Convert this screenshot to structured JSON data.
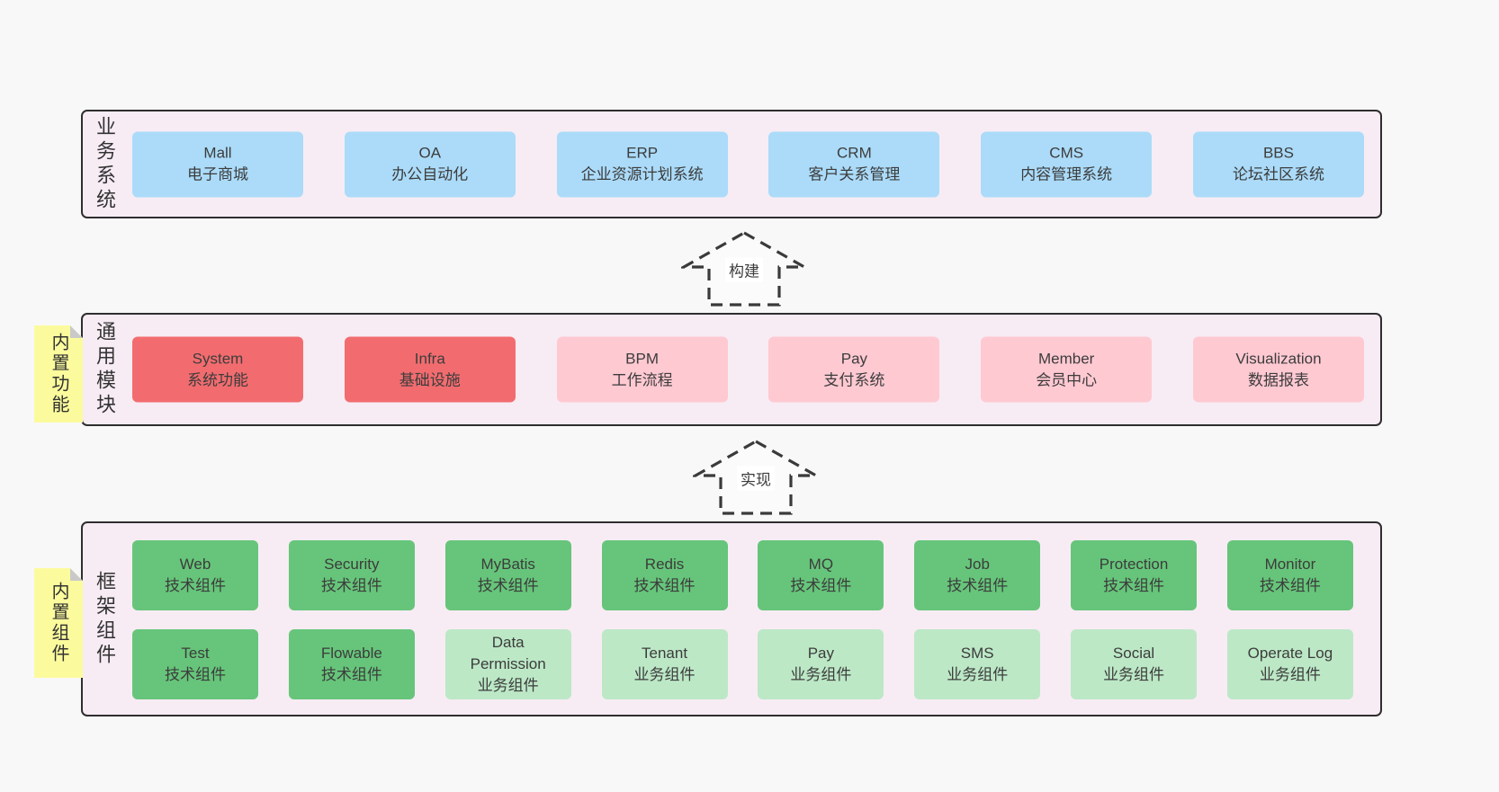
{
  "colors": {
    "page_bg": "#f8f8f8",
    "container_bg": "#f7ecf4",
    "container_border": "#2e2e2e",
    "blue_box": "#abdbf9",
    "red_box": "#f26c6f",
    "pink_box": "#ffc9d2",
    "green_box": "#66c57a",
    "light_green_box": "#bce8c6",
    "note_yellow": "#fbfb9d",
    "text": "#3c3c3c"
  },
  "sections": [
    {
      "label": "业务系统",
      "boxes": [
        {
          "title": "Mall",
          "subtitle": "电子商城"
        },
        {
          "title": "OA",
          "subtitle": "办公自动化"
        },
        {
          "title": "ERP",
          "subtitle": "企业资源计划系统"
        },
        {
          "title": "CRM",
          "subtitle": "客户关系管理"
        },
        {
          "title": "CMS",
          "subtitle": "内容管理系统"
        },
        {
          "title": "BBS",
          "subtitle": "论坛社区系统"
        }
      ]
    },
    {
      "label": "通用模块",
      "boxes": [
        {
          "title": "System",
          "subtitle": "系统功能"
        },
        {
          "title": "Infra",
          "subtitle": "基础设施"
        },
        {
          "title": "BPM",
          "subtitle": "工作流程"
        },
        {
          "title": "Pay",
          "subtitle": "支付系统"
        },
        {
          "title": "Member",
          "subtitle": "会员中心"
        },
        {
          "title": "Visualization",
          "subtitle": "数据报表"
        }
      ]
    },
    {
      "label": "框架组件",
      "rows": [
        [
          {
            "title": "Web",
            "subtitle": "技术组件"
          },
          {
            "title": "Security",
            "subtitle": "技术组件"
          },
          {
            "title": "MyBatis",
            "subtitle": "技术组件"
          },
          {
            "title": "Redis",
            "subtitle": "技术组件"
          },
          {
            "title": "MQ",
            "subtitle": "技术组件"
          },
          {
            "title": "Job",
            "subtitle": "技术组件"
          },
          {
            "title": "Protection",
            "subtitle": "技术组件"
          },
          {
            "title": "Monitor",
            "subtitle": "技术组件"
          }
        ],
        [
          {
            "title": "Test",
            "subtitle": "技术组件"
          },
          {
            "title": "Flowable",
            "subtitle": "技术组件"
          },
          {
            "title": "Data Permission",
            "subtitle": "业务组件"
          },
          {
            "title": "Tenant",
            "subtitle": "业务组件"
          },
          {
            "title": "Pay",
            "subtitle": "业务组件"
          },
          {
            "title": "SMS",
            "subtitle": "业务组件"
          },
          {
            "title": "Social",
            "subtitle": "业务组件"
          },
          {
            "title": "Operate Log",
            "subtitle": "业务组件"
          }
        ]
      ]
    }
  ],
  "arrows": [
    {
      "label": "构建"
    },
    {
      "label": "实现"
    }
  ],
  "notes": [
    {
      "text": "内置功能"
    },
    {
      "text": "内置组件"
    }
  ]
}
